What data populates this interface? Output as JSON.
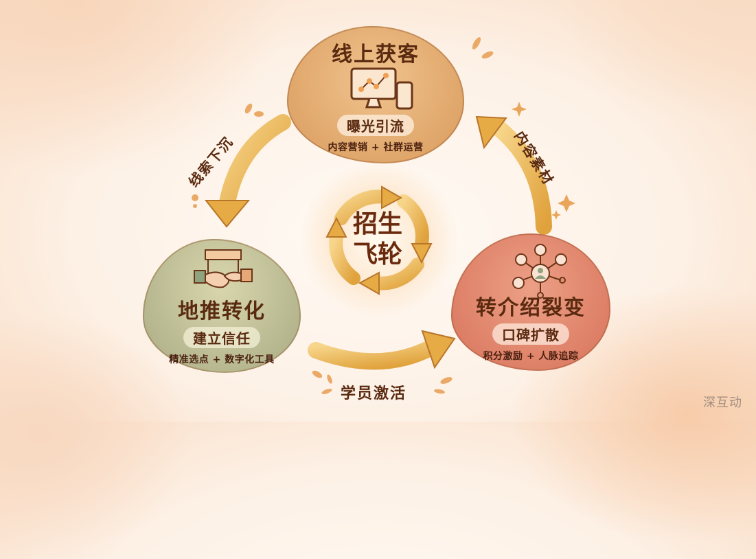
{
  "center": {
    "line1": "招生",
    "line2": "飞轮"
  },
  "nodes": {
    "top": {
      "title": "线上获客",
      "tag": "曝光引流",
      "desc": "内容营销 + 社群运营",
      "icon": "monitor-phone-network-icon",
      "color": "#dba265"
    },
    "left": {
      "title": "地推转化",
      "tag": "建立信任",
      "desc": "精准选点 + 数字化工具",
      "icon": "handshake-booth-icon",
      "color": "#b8b98f"
    },
    "right": {
      "title": "转介绍裂变",
      "tag": "口碑扩散",
      "desc": "积分激励 + 人脉追踪",
      "icon": "people-network-share-icon",
      "color": "#e0856a"
    }
  },
  "arrows": {
    "top_to_left": "线索下沉",
    "left_to_right": "学员激活",
    "right_to_top": "内容素材"
  },
  "colors": {
    "arrow": "#e8b04a",
    "text": "#5a2a10",
    "background": "#fdf1e6"
  },
  "watermark": "深互动"
}
